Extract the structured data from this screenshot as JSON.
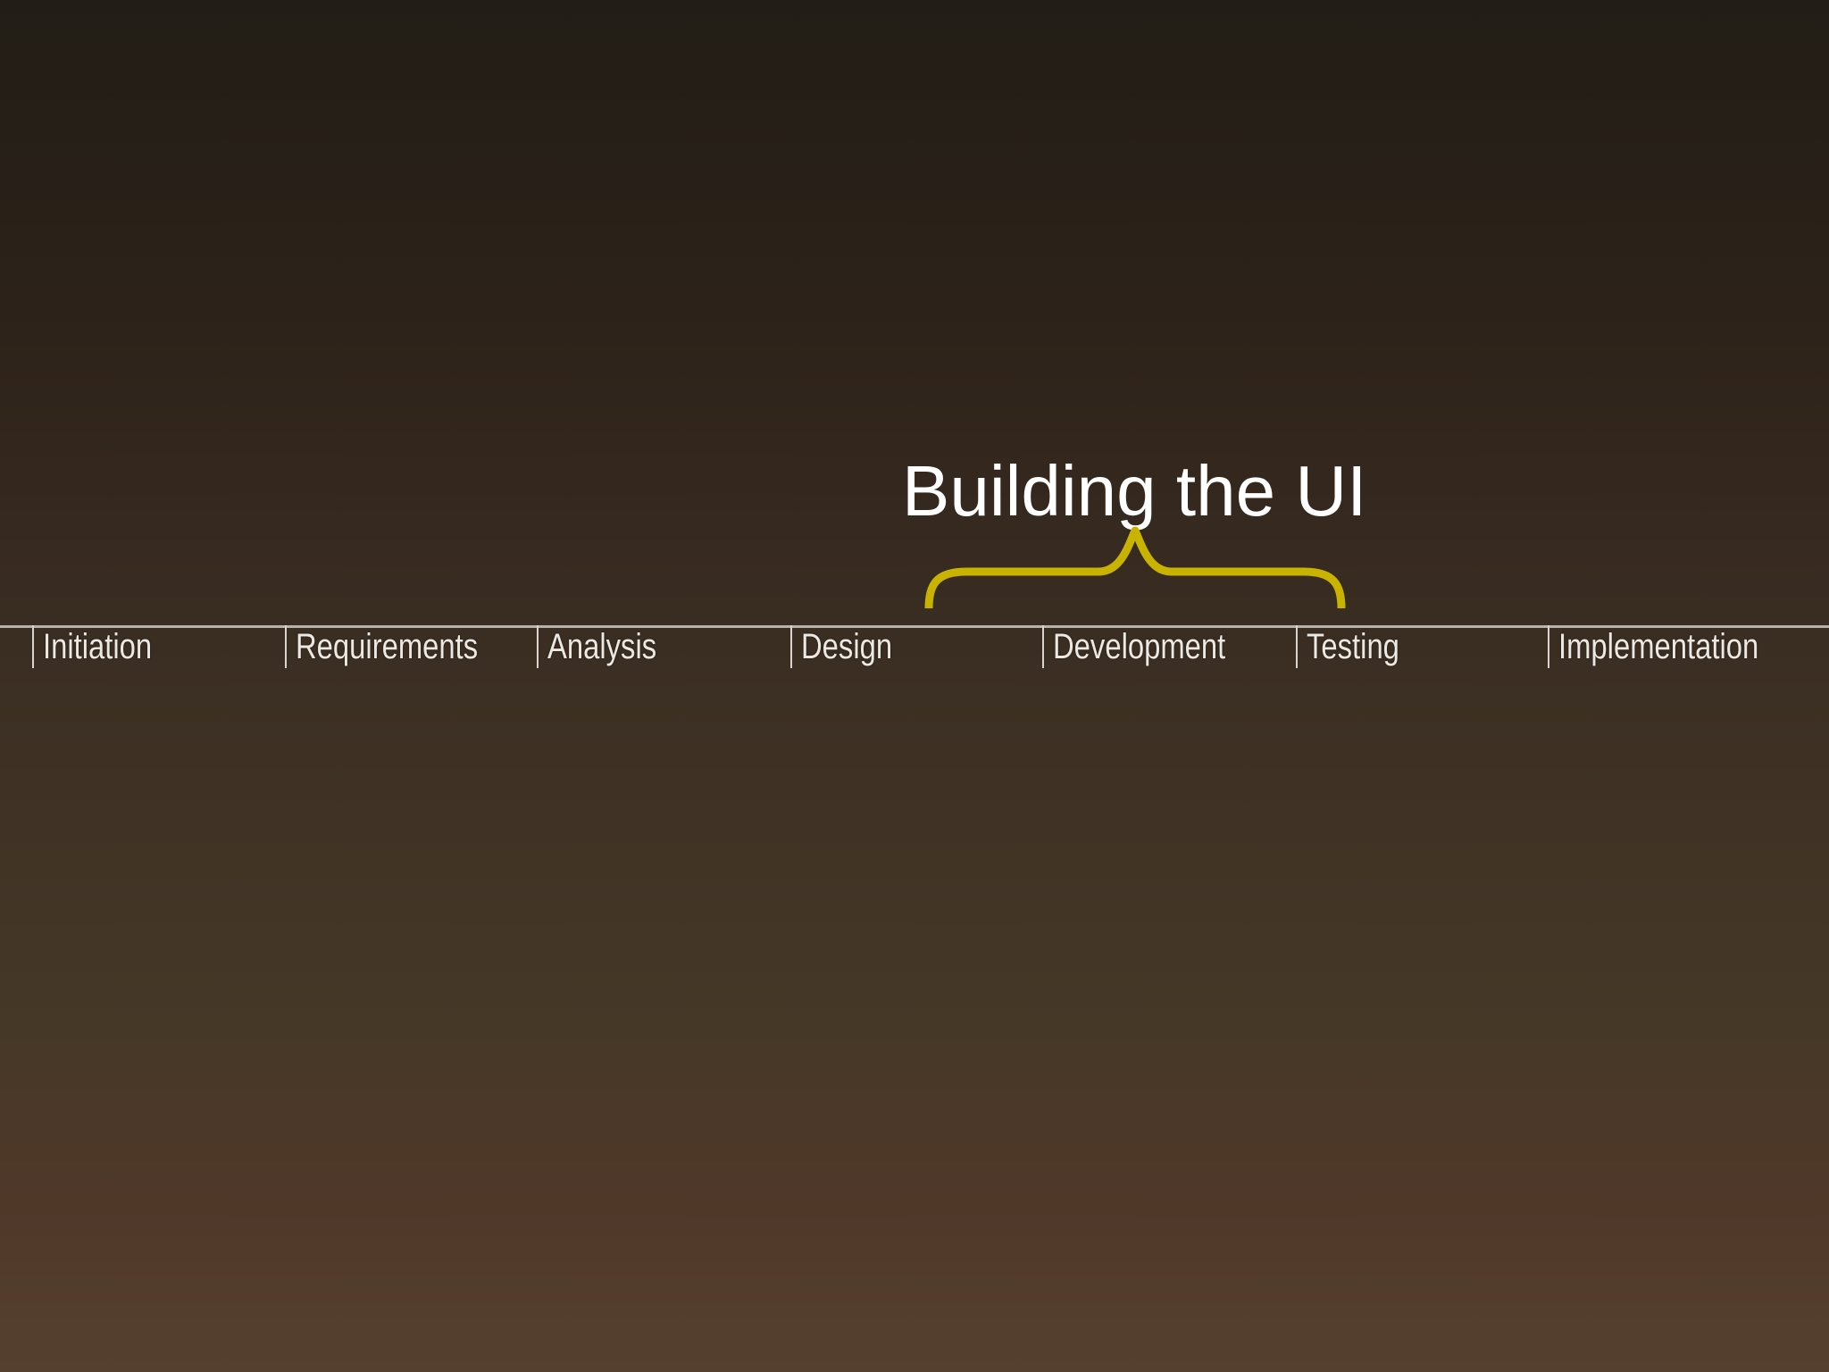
{
  "slide": {
    "title": "Building the UI",
    "accent_color": "#c8b400",
    "line_color": "#b8b2ac"
  },
  "timeline": {
    "phases": [
      {
        "label": "Initiation"
      },
      {
        "label": "Requirements"
      },
      {
        "label": "Analysis"
      },
      {
        "label": "Design"
      },
      {
        "label": "Development"
      },
      {
        "label": "Testing"
      },
      {
        "label": "Implementation"
      }
    ],
    "highlight": {
      "label": "Building the UI",
      "from_phase": "Design",
      "to_phase": "Testing"
    }
  }
}
